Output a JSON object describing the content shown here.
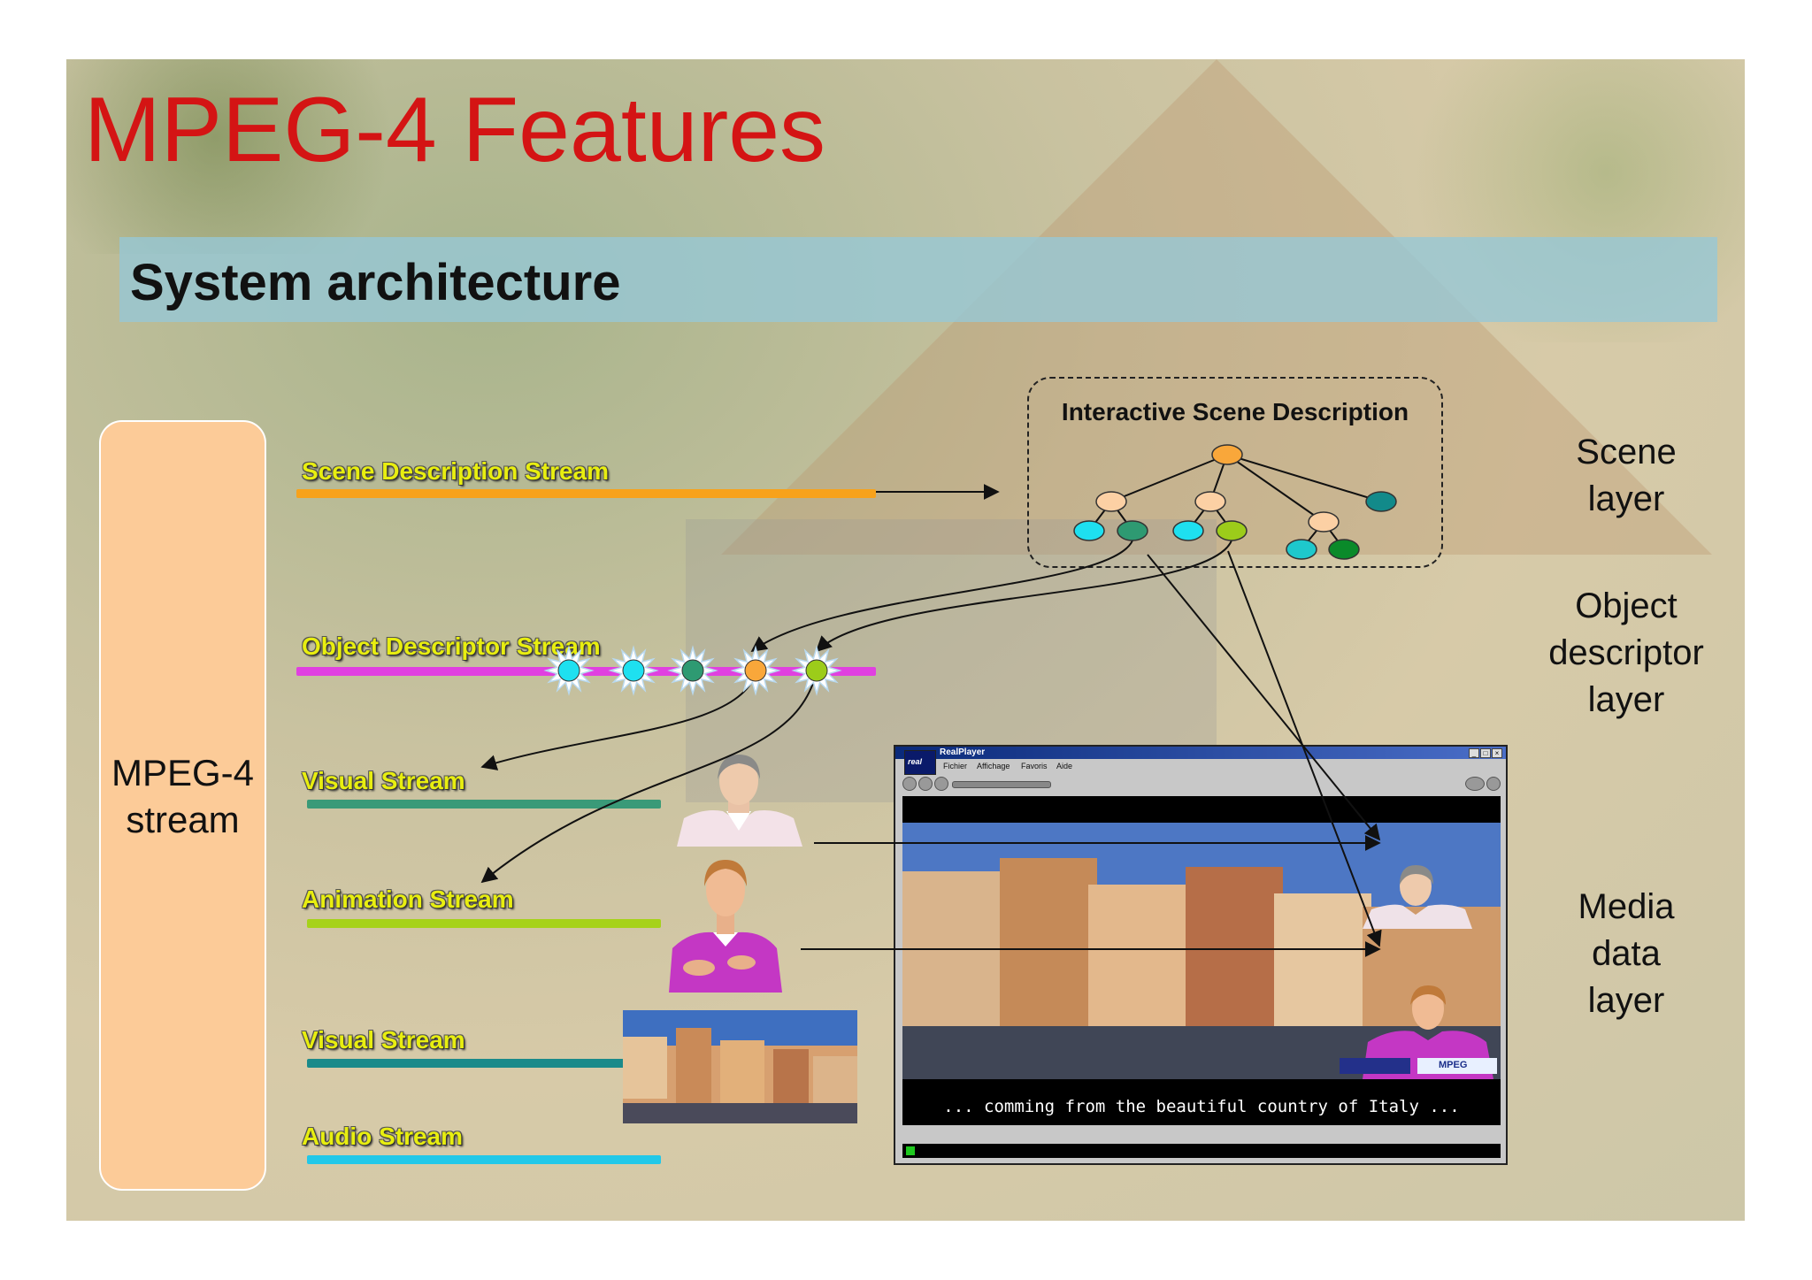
{
  "slide": {
    "title": "MPEG-4 Features",
    "subtitle": "System architecture",
    "mpeg_stream_label": "MPEG-4\nstream"
  },
  "streams": [
    {
      "id": "scene",
      "label": "Scene Description Stream",
      "color": "#f7a21b"
    },
    {
      "id": "od",
      "label": "Object Descriptor Stream",
      "color": "#e040e0"
    },
    {
      "id": "visual1",
      "label": "Visual Stream",
      "color": "#3a9a78"
    },
    {
      "id": "animation",
      "label": "Animation Stream",
      "color": "#a6d21a"
    },
    {
      "id": "visual2",
      "label": "Visual Stream",
      "color": "#1a8a8a"
    },
    {
      "id": "audio",
      "label": "Audio Stream",
      "color": "#22c8e8"
    }
  ],
  "scene_graph": {
    "title": "Interactive Scene Description",
    "node_colors": {
      "root": "#f9a73a",
      "group": "#fcd0a4",
      "cyan": "#1ee0f0",
      "teal": "#2e9a72",
      "lime": "#9ccc1a",
      "darkteal": "#128a8a",
      "green": "#0a8a2a",
      "aqua": "#1ec8cc"
    }
  },
  "od_stars": [
    "#1ee0f0",
    "#1ee0f0",
    "#2e9a72",
    "#f9a73a",
    "#9ccc1a"
  ],
  "layers": {
    "scene": "Scene\nlayer",
    "object_descriptor": "Object\ndescriptor\nlayer",
    "media": "Media\ndata\nlayer"
  },
  "player": {
    "title": "RealPlayer",
    "brand": "real",
    "menu": [
      "Fichier",
      "Affichage",
      "Favoris",
      "Aide"
    ],
    "caption": "... comming from the beautiful country of Italy ...",
    "logo_text": "MPEG"
  }
}
